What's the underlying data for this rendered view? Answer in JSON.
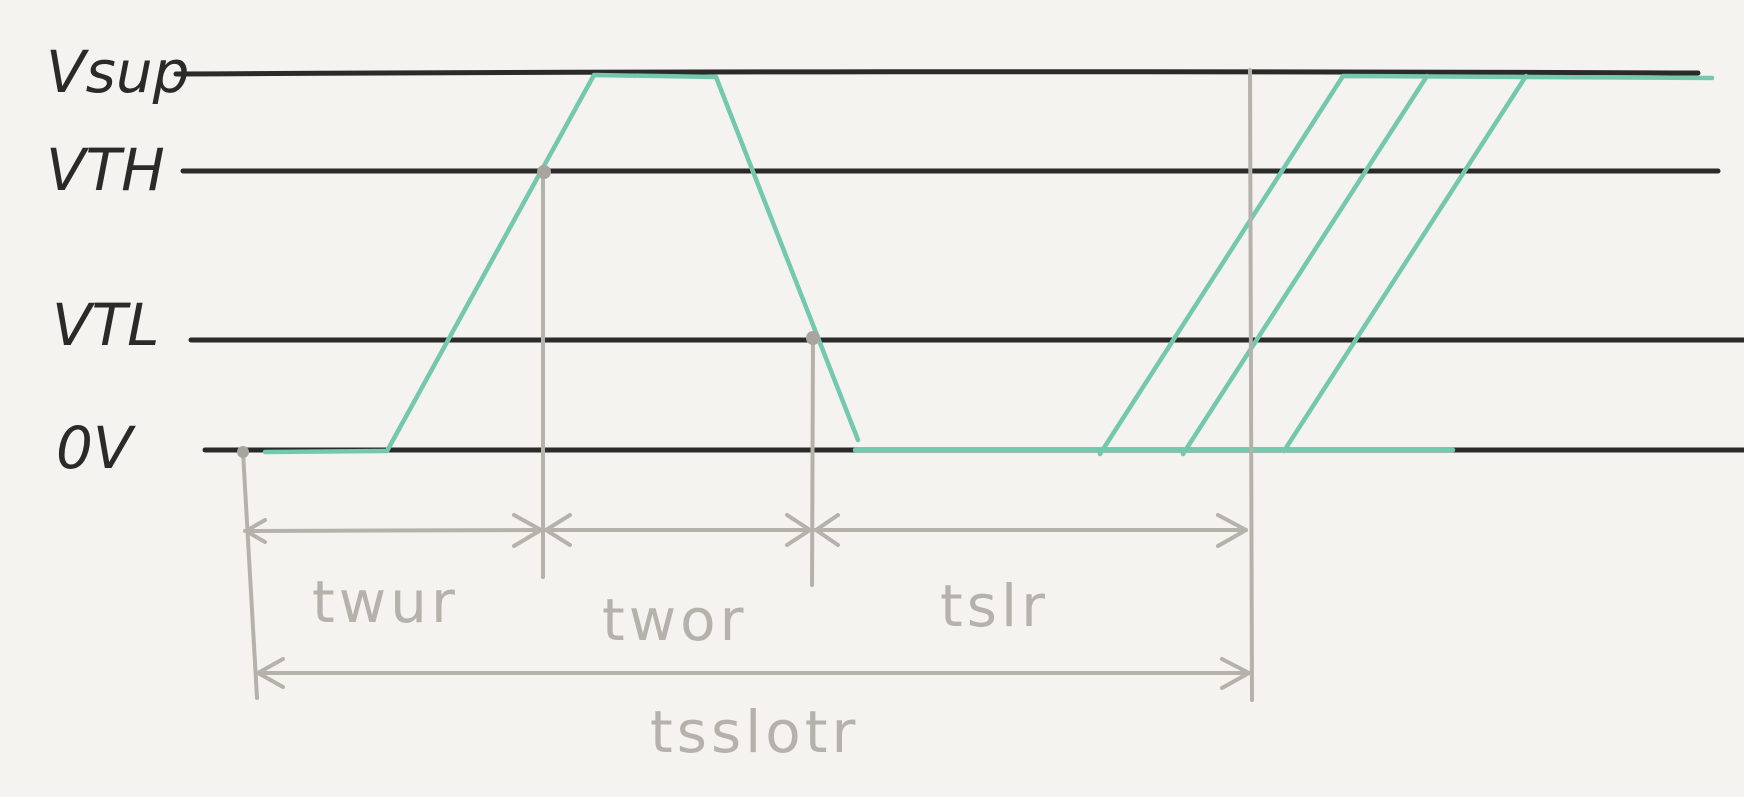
{
  "colors": {
    "background": "#f4f3ef",
    "rail": "#2a2a28",
    "signal": "#74c8ad",
    "annotation": "#b5b2ab",
    "marker": "#a8a59e"
  },
  "voltage_levels": {
    "vsup": "Vsup",
    "vth": "VTH",
    "vtl": "VTL",
    "zero": "0V"
  },
  "time_intervals": {
    "twur": "twur",
    "twor": "twor",
    "tslr": "tslr",
    "tsslotr": "tsslotr"
  }
}
